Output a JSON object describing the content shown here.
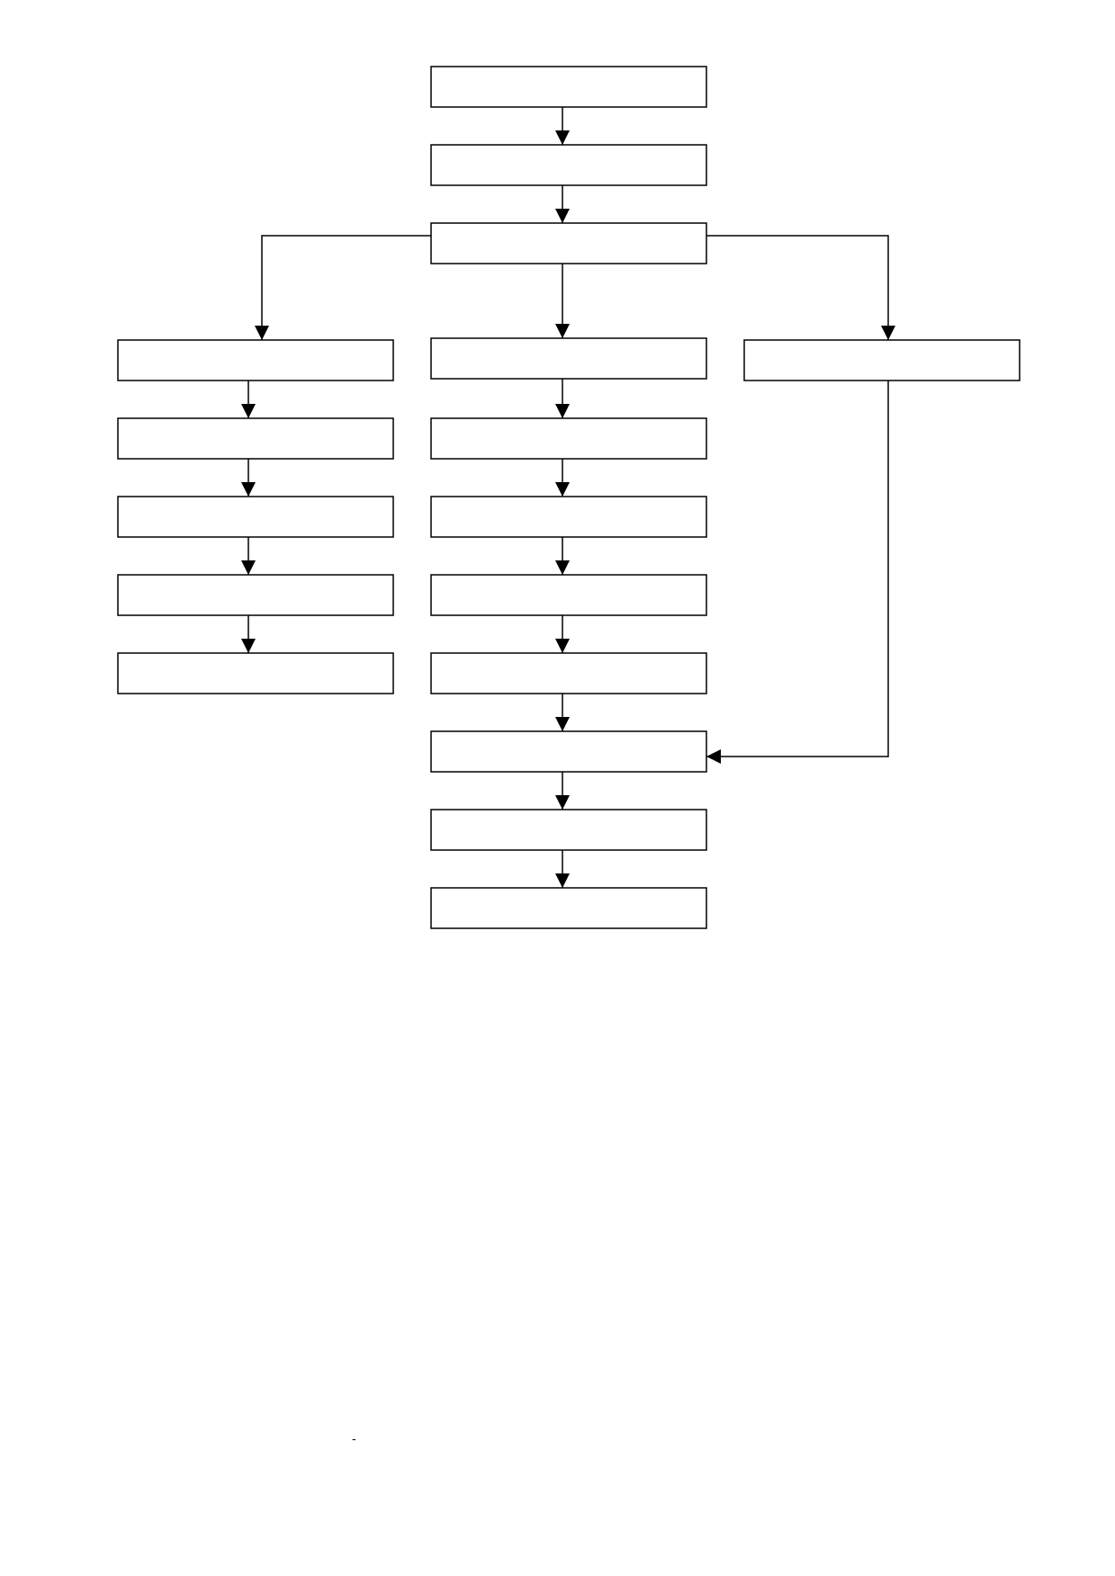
{
  "diagram": {
    "type": "flowchart",
    "stroke_color": "#000000",
    "fill_color": "#ffffff",
    "boxes": [
      {
        "id": "top-1",
        "label": ""
      },
      {
        "id": "top-2",
        "label": ""
      },
      {
        "id": "branch-node",
        "label": ""
      },
      {
        "id": "left-1",
        "label": ""
      },
      {
        "id": "left-2",
        "label": ""
      },
      {
        "id": "left-3",
        "label": ""
      },
      {
        "id": "left-4",
        "label": ""
      },
      {
        "id": "left-5",
        "label": ""
      },
      {
        "id": "center-1",
        "label": ""
      },
      {
        "id": "center-2",
        "label": ""
      },
      {
        "id": "center-3",
        "label": ""
      },
      {
        "id": "center-4",
        "label": ""
      },
      {
        "id": "center-5",
        "label": ""
      },
      {
        "id": "merge-node",
        "label": ""
      },
      {
        "id": "center-7",
        "label": ""
      },
      {
        "id": "center-8",
        "label": ""
      },
      {
        "id": "right-1",
        "label": ""
      }
    ],
    "edges": [
      {
        "from": "top-1",
        "to": "top-2"
      },
      {
        "from": "top-2",
        "to": "branch-node"
      },
      {
        "from": "branch-node",
        "to": "left-1"
      },
      {
        "from": "branch-node",
        "to": "center-1"
      },
      {
        "from": "branch-node",
        "to": "right-1"
      },
      {
        "from": "left-1",
        "to": "left-2"
      },
      {
        "from": "left-2",
        "to": "left-3"
      },
      {
        "from": "left-3",
        "to": "left-4"
      },
      {
        "from": "left-4",
        "to": "left-5"
      },
      {
        "from": "center-1",
        "to": "center-2"
      },
      {
        "from": "center-2",
        "to": "center-3"
      },
      {
        "from": "center-3",
        "to": "center-4"
      },
      {
        "from": "center-4",
        "to": "center-5"
      },
      {
        "from": "center-5",
        "to": "merge-node"
      },
      {
        "from": "right-1",
        "to": "merge-node"
      },
      {
        "from": "merge-node",
        "to": "center-7"
      },
      {
        "from": "center-7",
        "to": "center-8"
      }
    ]
  },
  "footer": {
    "stray_mark": "-"
  }
}
